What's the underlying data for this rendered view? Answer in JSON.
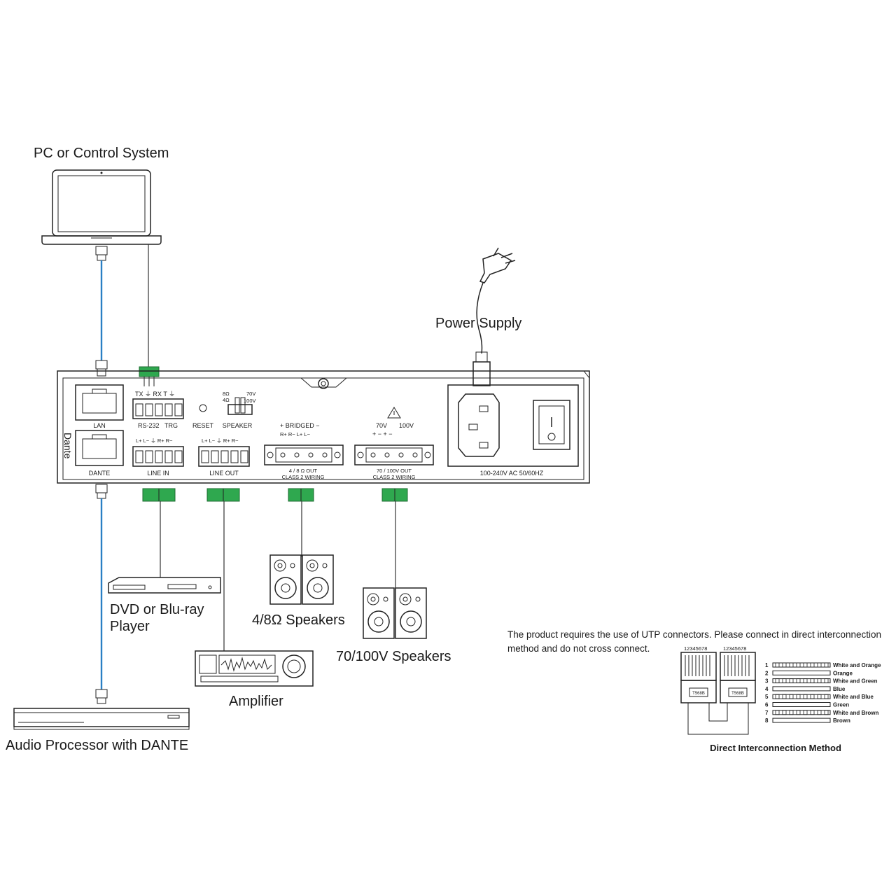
{
  "labels": {
    "pc": "PC or Control System",
    "power": "Power Supply",
    "dvd_line1": "DVD or Blu-ray",
    "dvd_line2": "Player",
    "amplifier": "Amplifier",
    "speakers_48": "4/8Ω Speakers",
    "speakers_70100": "70/100V Speakers",
    "audio_processor": "Audio Processor with DANTE"
  },
  "panel": {
    "lan": "LAN",
    "dante_port": "DANTE",
    "dante_logo": "Dante",
    "rs232_pins": "TX  ⏚  RX  T  ⏚",
    "rs232": "RS-232",
    "trg": "TRG",
    "reset": "RESET",
    "speaker": "SPEAKER",
    "sw_8o": "8Ω",
    "sw_4o": "4Ω",
    "sw_70v": "70V",
    "sw_100v": "100V",
    "line_in_pins": "L+  L−  ⏚  R+  R−",
    "line_in": "LINE IN",
    "line_out_pins": "L+  L−  ⏚  R+  R−",
    "line_out": "LINE OUT",
    "bridged": "+ BRIDGED  −",
    "out48_pins": "R+   R−   L+   L−",
    "out48_line1": "4 / 8 Ω OUT",
    "out48_line2": "CLASS 2 WIRING",
    "v70": "70V",
    "v100": "100V",
    "v_pins": "+   −   +   −",
    "out70_line1": "70 / 100V OUT",
    "out70_line2": "CLASS 2 WIRING",
    "ac": "100-240V AC 50/60HZ"
  },
  "note": {
    "line1": "The product requires the use of UTP connectors. Please connect in direct interconnection",
    "line2": "method and do not cross connect."
  },
  "wiring": {
    "pins_label": "12345678",
    "standard": "T568B",
    "title": "Direct Interconnection Method",
    "wires": [
      {
        "num": "1",
        "color": "White and Orange"
      },
      {
        "num": "2",
        "color": "Orange"
      },
      {
        "num": "3",
        "color": "White and Green"
      },
      {
        "num": "4",
        "color": "Blue"
      },
      {
        "num": "5",
        "color": "White and Blue"
      },
      {
        "num": "6",
        "color": "Green"
      },
      {
        "num": "7",
        "color": "White and Brown"
      },
      {
        "num": "8",
        "color": "Brown"
      }
    ]
  }
}
